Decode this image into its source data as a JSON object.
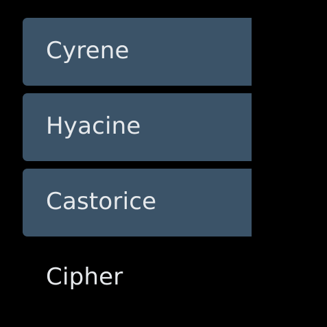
{
  "list": {
    "items": [
      {
        "label": "Cyrene",
        "selected": true
      },
      {
        "label": "Hyacine",
        "selected": true
      },
      {
        "label": "Castorice",
        "selected": true
      },
      {
        "label": "Cipher",
        "selected": false
      }
    ]
  },
  "colors": {
    "background": "#000000",
    "selected_item": "#3b5368",
    "text": "#e6e9ec"
  }
}
